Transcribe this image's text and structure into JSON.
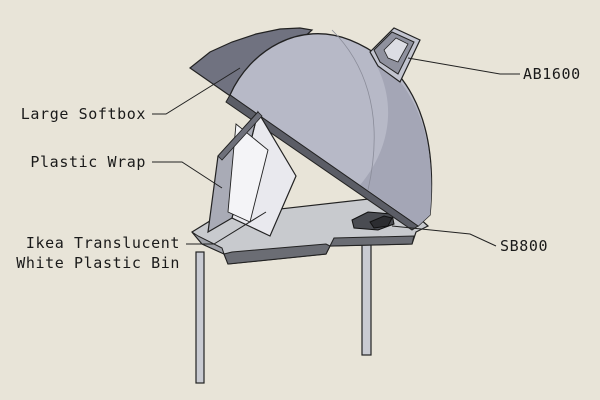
{
  "diagram": {
    "background": "#e8e4d8",
    "labels": {
      "large_softbox": "Large Softbox",
      "plastic_wrap": "Plastic Wrap",
      "ikea_bin_line1": "Ikea Translucent",
      "ikea_bin_line2": "White Plastic Bin",
      "ab1600": "AB1600",
      "sb800": "SB800"
    }
  }
}
